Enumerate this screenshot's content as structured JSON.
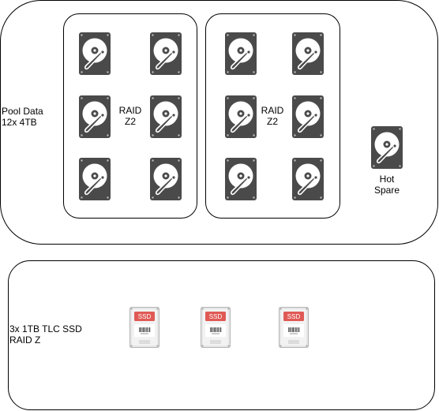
{
  "pool": {
    "label": "Pool Data\n12x 4TB",
    "groups": [
      {
        "label": "RAID\nZ2",
        "drive_count": 6
      },
      {
        "label": "RAID\nZ2",
        "drive_count": 6
      }
    ],
    "hot_spare": {
      "label": "Hot\nSpare"
    }
  },
  "ssd_pool": {
    "label": "3x 1TB TLC SSD\nRAID Z",
    "drive_badge": "SSD",
    "drive_count": 3
  },
  "colors": {
    "drive_body": "#4a4a4a",
    "platter": "#ffffff",
    "ssd_body": "#e6e6e6",
    "ssd_badge": "#e05a55"
  },
  "icons": [
    "hard-drive-icon",
    "ssd-icon"
  ]
}
